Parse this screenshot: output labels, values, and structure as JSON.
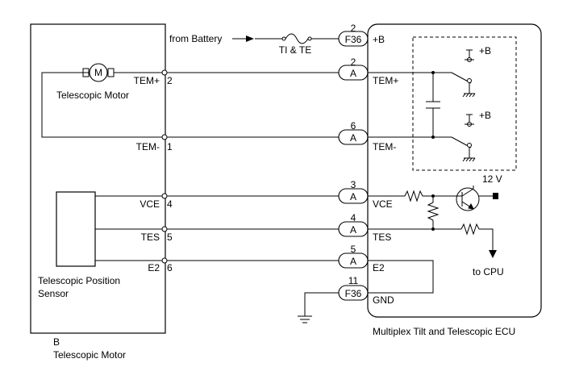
{
  "left_component": {
    "letter": "B",
    "name": "Telescopic Motor",
    "motor_label": "Telescopic Motor",
    "motor_symbol": "M",
    "sensor_label_line1": "Telescopic Position",
    "sensor_label_line2": "Sensor",
    "terminals": [
      {
        "name": "TEM+",
        "pin": "2"
      },
      {
        "name": "TEM-",
        "pin": "1"
      },
      {
        "name": "VCE",
        "pin": "4"
      },
      {
        "name": "TES",
        "pin": "5"
      },
      {
        "name": "E2",
        "pin": "6"
      }
    ]
  },
  "power": {
    "from_battery": "from Battery",
    "fuse_label": "TI & TE"
  },
  "connectors": [
    {
      "pin": "2",
      "id": "F36",
      "terminal": "+B"
    },
    {
      "pin": "2",
      "id": "A",
      "terminal": "TEM+"
    },
    {
      "pin": "6",
      "id": "A",
      "terminal": "TEM-"
    },
    {
      "pin": "3",
      "id": "A",
      "terminal": "VCE"
    },
    {
      "pin": "4",
      "id": "A",
      "terminal": "TES"
    },
    {
      "pin": "5",
      "id": "A",
      "terminal": "E2"
    },
    {
      "pin": "11",
      "id": "F36",
      "terminal": "GND"
    }
  ],
  "ecu": {
    "name": "Multiplex Tilt and Telescopic ECU",
    "supply_1": "+B",
    "supply_2": "+B",
    "voltage": "12 V",
    "to_cpu": "to CPU"
  }
}
